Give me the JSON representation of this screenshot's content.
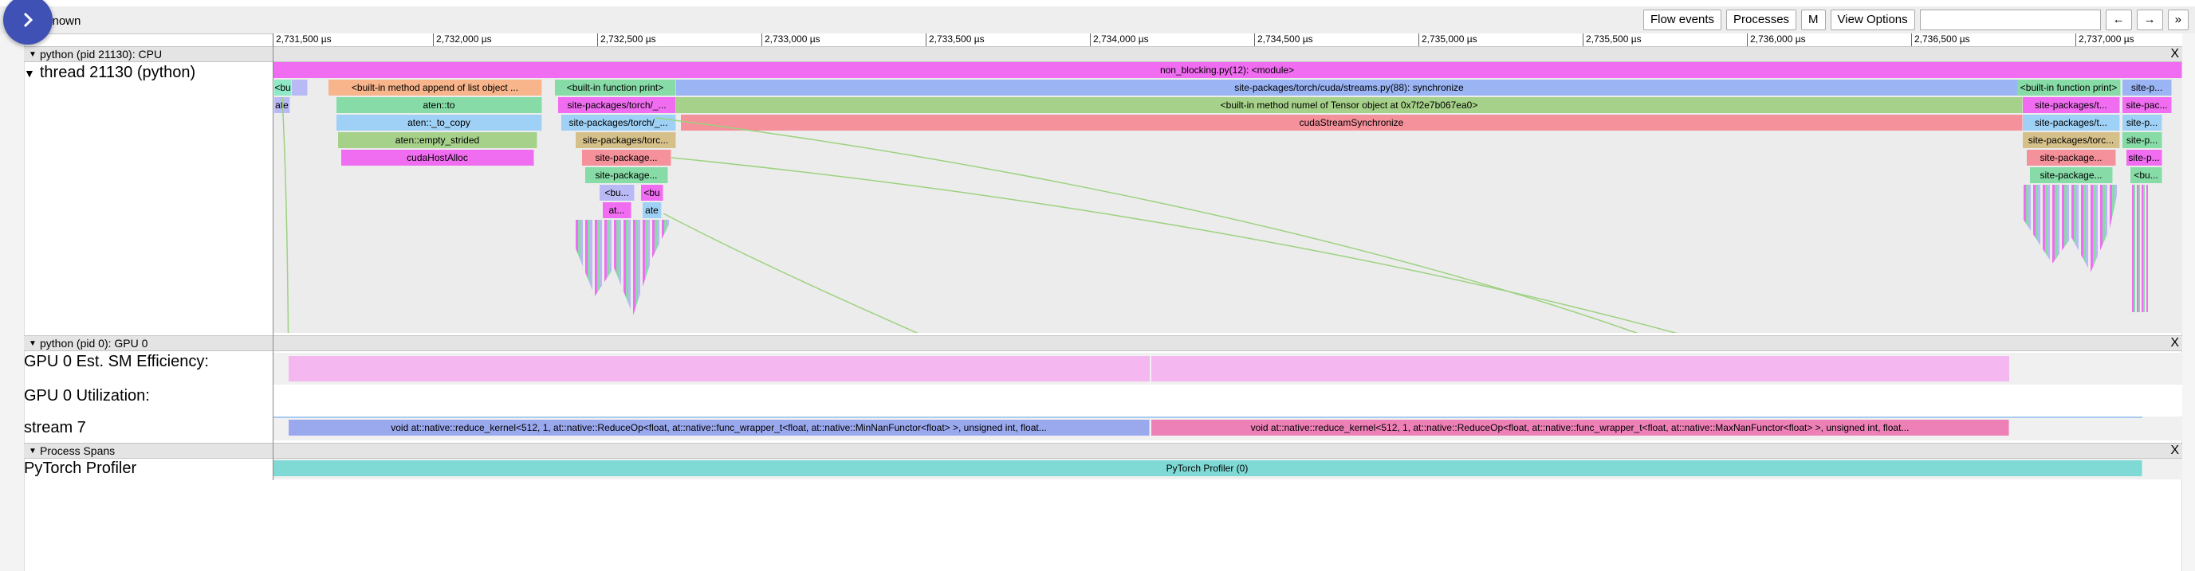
{
  "header": {
    "title": "known",
    "buttons": {
      "flow_events": "Flow events",
      "processes": "Processes",
      "m": "M",
      "view_options": "View Options",
      "left": "←",
      "right": "→",
      "double": "»"
    }
  },
  "ruler": {
    "ticks": [
      "2,731,500 µs",
      "2,732,000 µs",
      "2,732,500 µs",
      "2,733,000 µs",
      "2,733,500 µs",
      "2,734,000 µs",
      "2,734,500 µs",
      "2,735,000 µs",
      "2,735,500 µs",
      "2,736,000 µs",
      "2,736,500 µs",
      "2,737,000 µs"
    ]
  },
  "cpu_section": {
    "label": "python (pid 21130): CPU",
    "thread_label": "thread 21130 (python)",
    "slices": {
      "module": "non_blocking.py(12): <module>",
      "bu1": "<bu",
      "append": "<built-in method append of list object ...",
      "print1": "<built-in function print>",
      "streams": "site-packages/torch/cuda/streams.py(88): synchronize",
      "print2": "<built-in function print>",
      "sitep1": "site-p...",
      "ate1": "ate",
      "aten_to": "aten::to",
      "sp2": "site-packages/torch/_...",
      "numel": "<built-in method numel of Tensor object at 0x7f2e7b067ea0>",
      "sp3": "site-packages/t...",
      "sp4": "site-pac...",
      "aten_to_copy": "aten::_to_copy",
      "sp5": "site-packages/torch/_...",
      "cuda_sync": "cudaStreamSynchronize",
      "sp6": "site-packages/t...",
      "sp7": "site-p...",
      "empty_strided": "aten::empty_strided",
      "sp8": "site-packages/torc...",
      "sp9": "site-packages/torc...",
      "sp10": "site-p...",
      "host_alloc": "cudaHostAlloc",
      "sp11": "site-package...",
      "sp12": "site-package...",
      "sp13": "site-p...",
      "sp14": "site-package...",
      "sp15": "site-package...",
      "bu2": "<bu...",
      "bu3": "<bu...",
      "bu4": "<bu",
      "at1": "at...",
      "ate2": "ate"
    }
  },
  "gpu_section": {
    "label": "python (pid 0): GPU 0",
    "rows": {
      "sm_eff": "GPU 0 Est. SM Efficiency:",
      "util": "GPU 0 Utilization:",
      "stream": "stream 7"
    },
    "kernels": {
      "min": "void at::native::reduce_kernel<512, 1, at::native::ReduceOp<float, at::native::func_wrapper_t<float, at::native::MinNanFunctor<float> >, unsigned int, float...",
      "max": "void at::native::reduce_kernel<512, 1, at::native::ReduceOp<float, at::native::func_wrapper_t<float, at::native::MaxNanFunctor<float> >, unsigned int, float..."
    }
  },
  "spans_section": {
    "label": "Process Spans",
    "row": "PyTorch Profiler",
    "span": "PyTorch Profiler (0)"
  },
  "icons": {
    "expand": "chevron-right-icon",
    "close": "close-icon",
    "collapse": "triangle-down-icon"
  },
  "colors": {
    "fab": "#3f51b5",
    "module": "#f06cf0",
    "streams": "#9ab4f4",
    "numel": "#a6d18a",
    "cuda_sync": "#f4919b",
    "sm_eff": "#f5b7f0",
    "kernel_min": "#9aa8ee",
    "kernel_max": "#ee80b8",
    "profiler": "#7fd9d4"
  }
}
